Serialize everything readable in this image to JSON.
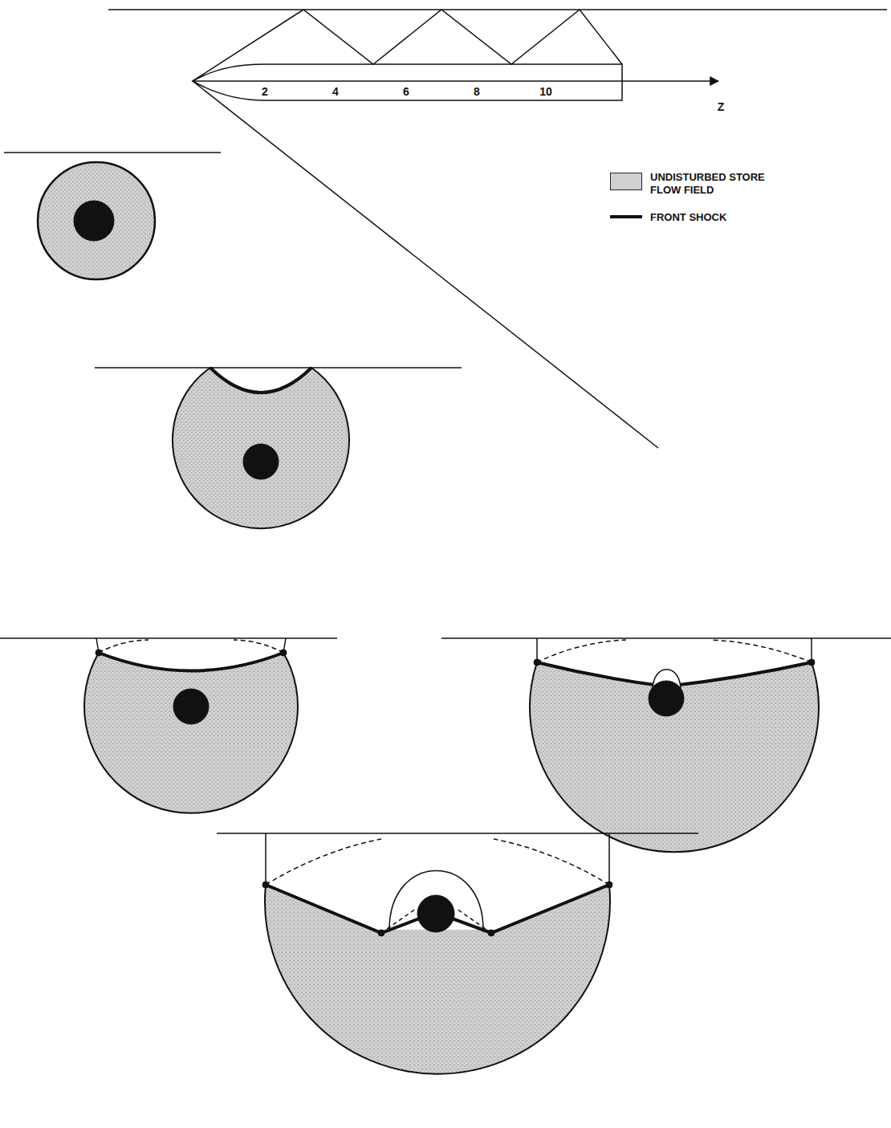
{
  "diagram": {
    "labels": [
      "2",
      "4",
      "6",
      "8",
      "10",
      "Z"
    ],
    "legend": [
      {
        "text": "UNDISTURBED STORE FLOW FIELD",
        "color": "#d0d0d0"
      },
      {
        "text": "FRONT SHOCK"
      }
    ]
  }
}
